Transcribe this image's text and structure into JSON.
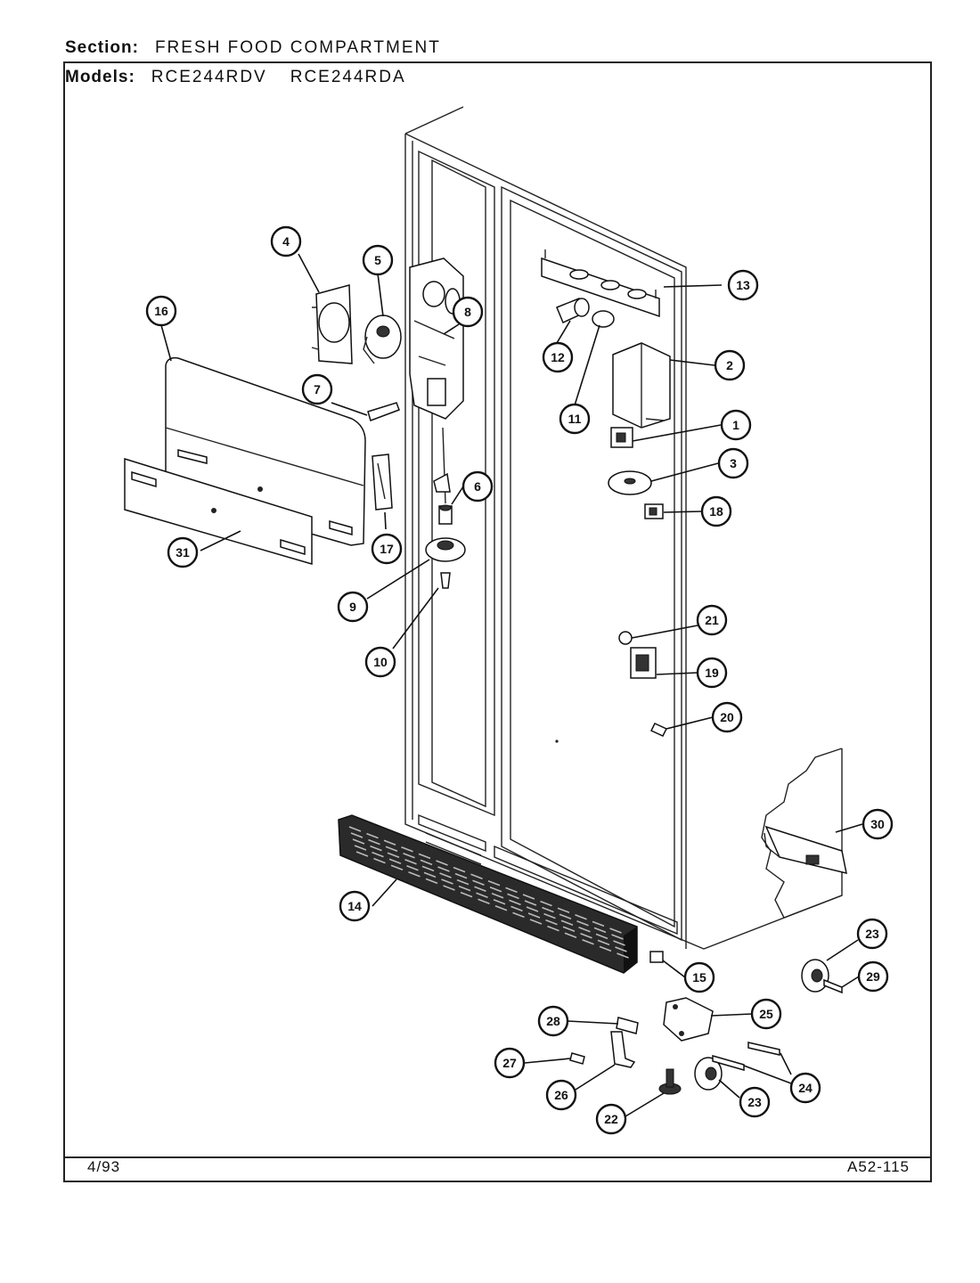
{
  "header": {
    "section_label": "Section:",
    "section_value": "FRESH FOOD COMPARTMENT",
    "models_label": "Models:",
    "model_1": "RCE244RDV",
    "model_2": "RCE244RDA"
  },
  "footer": {
    "date": "4/93",
    "code": "A52-115"
  },
  "callouts": [
    "1",
    "2",
    "3",
    "4",
    "5",
    "6",
    "7",
    "8",
    "9",
    "10",
    "11",
    "12",
    "13",
    "14",
    "15",
    "16",
    "17",
    "18",
    "19",
    "20",
    "21",
    "22",
    "23",
    "23",
    "24",
    "25",
    "26",
    "27",
    "28",
    "29",
    "30",
    "31"
  ]
}
